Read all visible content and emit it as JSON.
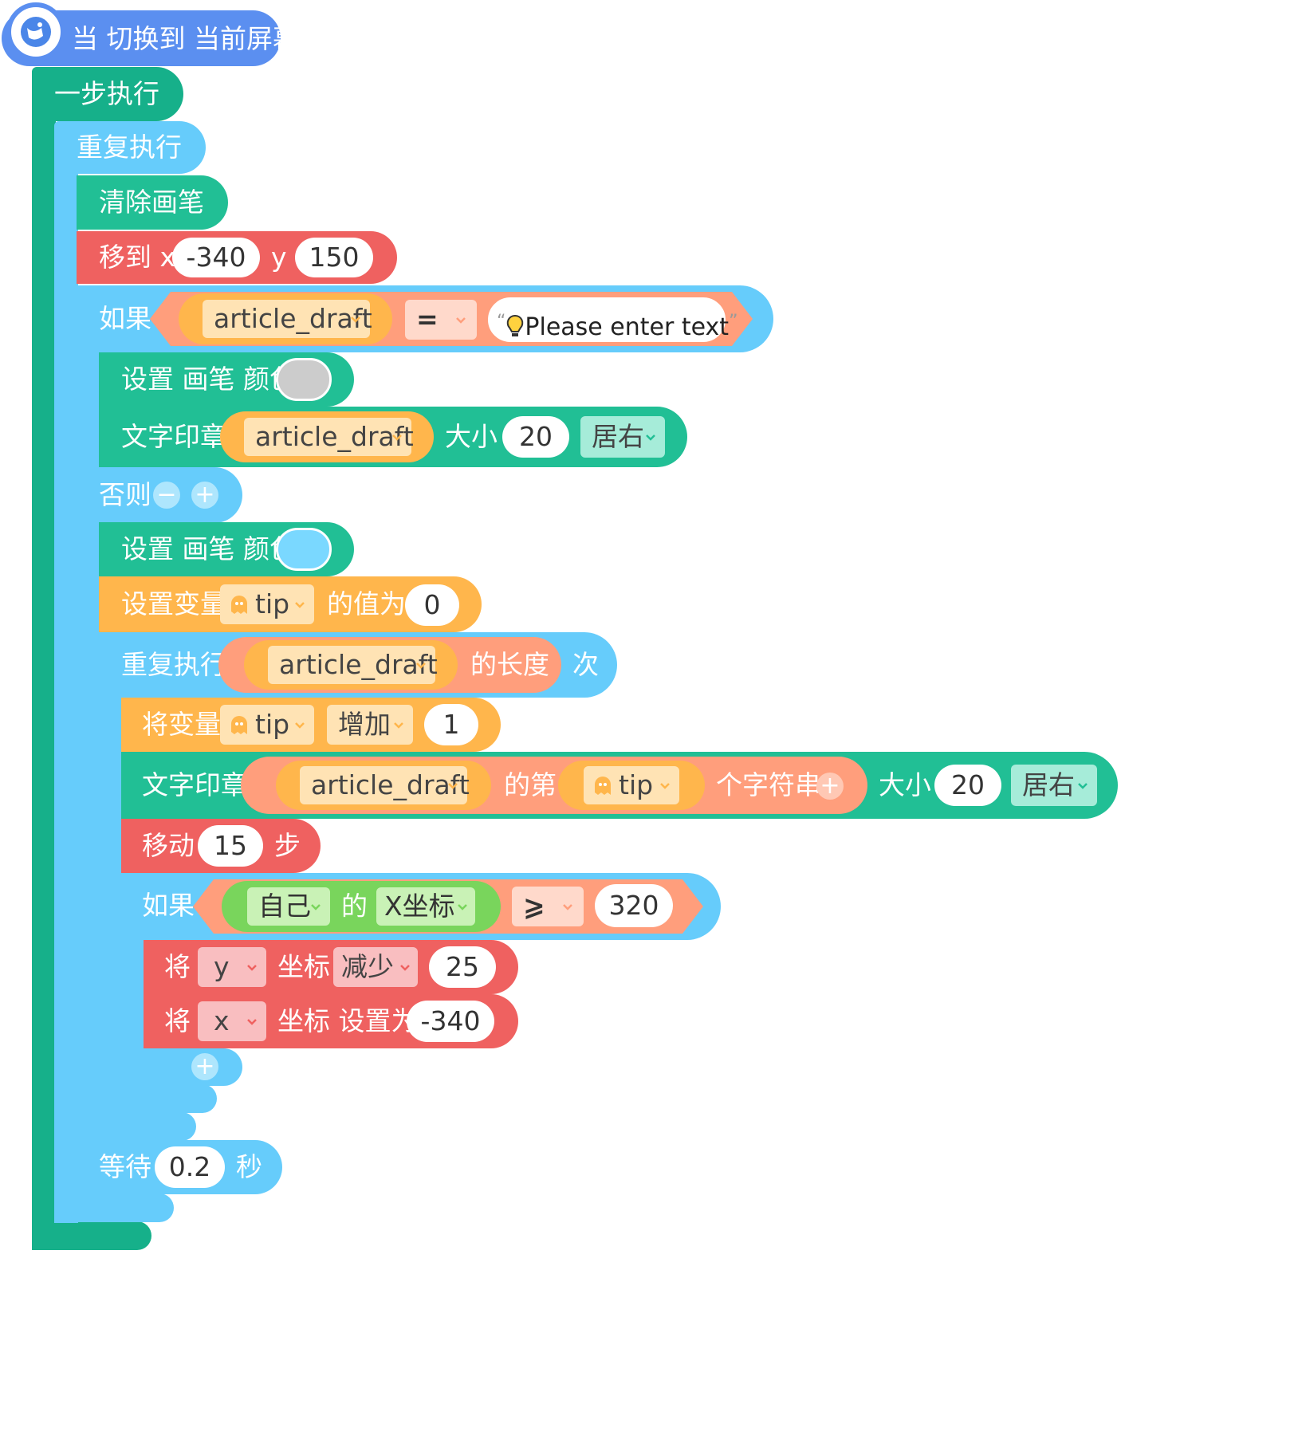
{
  "hat": {
    "label": "当 切换到 当前屏幕"
  },
  "step_exec": {
    "label": "一步执行"
  },
  "repeat_forever": {
    "label": "重复执行"
  },
  "clear_pen": {
    "label": "清除画笔"
  },
  "move_to": {
    "label": "移到 x",
    "y_label": "y",
    "x_value": "-340",
    "y_value": "150"
  },
  "if1": {
    "label": "如果",
    "variable": "article_draft",
    "operator": "=",
    "text_value": "Please enter text",
    "open_quote": "“",
    "close_quote": "”",
    "set_pen_color": {
      "label": "设置 画笔 颜色",
      "color": "#cccccc"
    },
    "stamp": {
      "label": "文字印章",
      "variable": "article_draft",
      "size_label": "大小",
      "size": "20",
      "align": "居右"
    }
  },
  "else_block": {
    "label": "否则",
    "minus": "−",
    "plus": "+",
    "set_pen_color": {
      "label": "设置 画笔 颜色",
      "color": "#7ad8ff"
    },
    "set_var": {
      "label": "设置变量",
      "variable": "tip",
      "mid_label": "的值为",
      "value": "0"
    },
    "repeat_n": {
      "label": "重复执行",
      "variable": "article_draft",
      "length_label": "的长度",
      "times_label": "次",
      "change_var": {
        "label": "将变量",
        "variable": "tip",
        "op": "增加",
        "value": "1"
      },
      "stamp": {
        "label": "文字印章",
        "variable": "article_draft",
        "nth_label": "的第",
        "index_var": "tip",
        "char_label": "个字符串",
        "plus": "+",
        "size_label": "大小",
        "size": "20",
        "align": "居右"
      },
      "move": {
        "label": "移动",
        "value": "15",
        "unit": "步"
      },
      "if2": {
        "label": "如果",
        "object": "自己",
        "of_label": "的",
        "property": "X坐标",
        "operator": "⩾",
        "value": "320",
        "change_y": {
          "label_start": "将",
          "axis": "y",
          "mid": "坐标",
          "op": "减少",
          "value": "25"
        },
        "set_x": {
          "label_start": "将",
          "axis": "x",
          "mid": "坐标 设置为",
          "value": "-340"
        },
        "plus": "+"
      }
    }
  },
  "wait": {
    "label": "等待",
    "value": "0.2",
    "unit": "秒"
  },
  "colors": {
    "event_blue": "#5b8ff0",
    "control_teal": "#16b08a",
    "control_blue": "#66ccfb",
    "pen_teal": "#21bf95",
    "motion_red": "#ef6160",
    "variable_orange": "#ffb64c",
    "operator_salmon": "#ff9e7c",
    "sensing_green": "#79d55c"
  }
}
